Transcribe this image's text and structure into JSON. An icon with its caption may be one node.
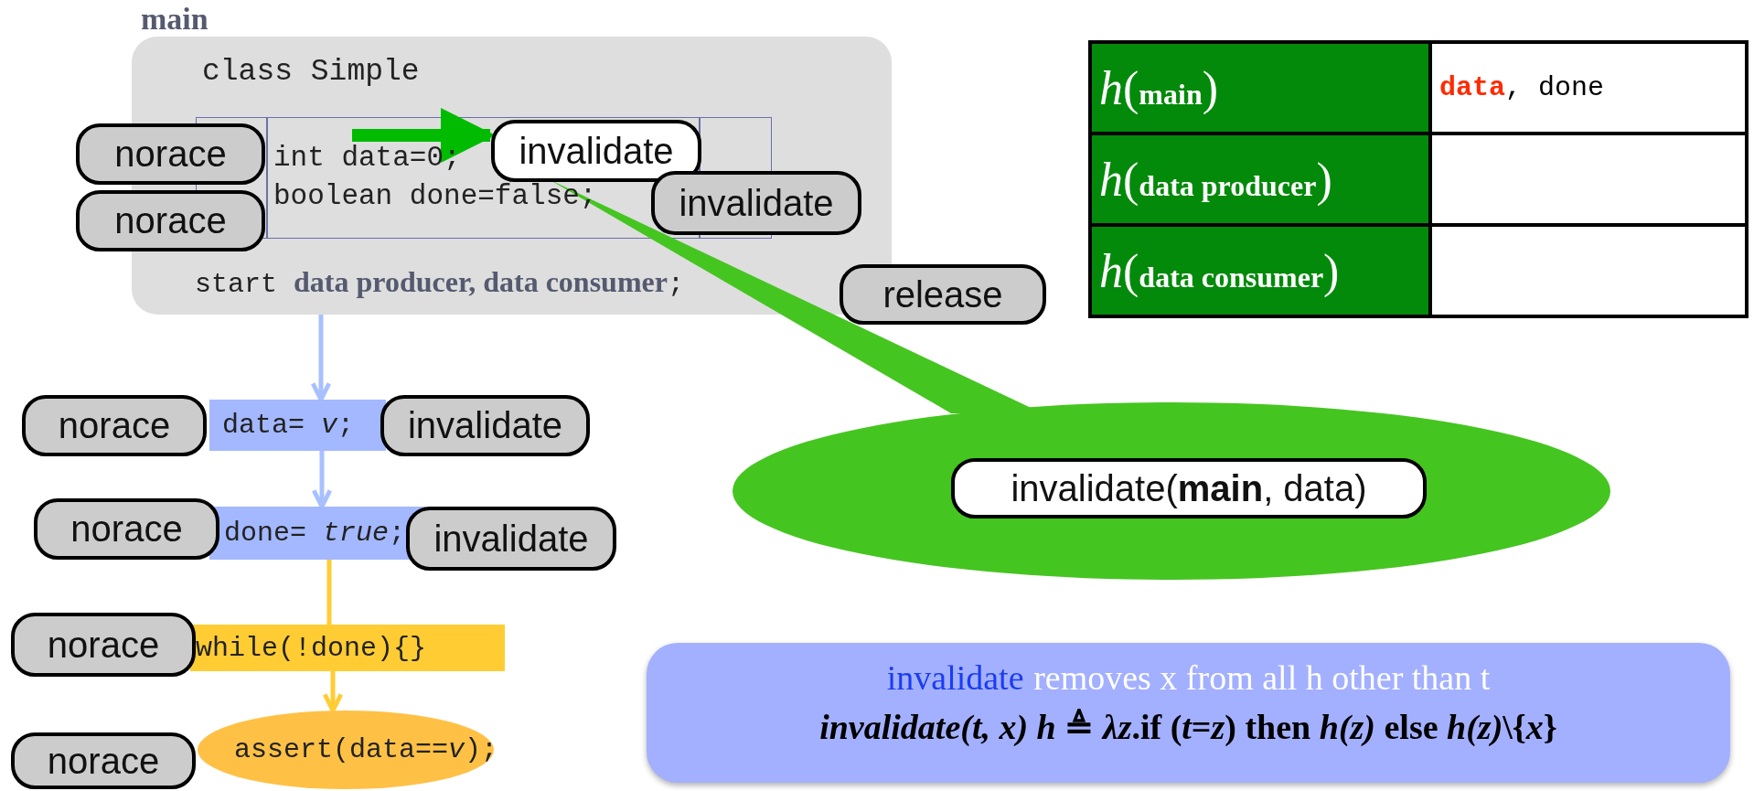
{
  "diagram": {
    "nodes": [
      {
        "text": [
          "main",
          "class Simple",
          "start **data producer, data consumer**;"
        ]
      },
      {
        "text": [
          "int data=0;",
          "boolean done=false;"
        ],
        "in": 0
      },
      {
        "text": [
          "norace"
        ]
      },
      {
        "text": [
          "norace"
        ]
      },
      {
        "text": [
          "invalidate"
        ],
        "in": 1
      },
      {
        "text": [
          "invalidate"
        ],
        "in": 0
      },
      {
        "text": [
          "release"
        ]
      },
      {
        "text": [
          "data= *v*;"
        ]
      },
      {
        "text": [
          "norace"
        ]
      },
      {
        "text": [
          "invalidate"
        ]
      },
      {
        "text": [
          "done= *true*;"
        ]
      },
      {
        "text": [
          "norace"
        ]
      },
      {
        "text": [
          "invalidate"
        ]
      },
      {
        "text": [
          "while(!done){}"
        ]
      },
      {
        "text": [
          "norace"
        ]
      },
      {
        "text": [
          "assert(data==*v*);"
        ]
      },
      {
        "text": [
          "norace"
        ]
      },
      {
        "text": [],
        "shape": "ellipse"
      },
      {
        "text": [
          "invalidate(**main**, data)"
        ],
        "in": 17
      },
      {
        "text": [
          "invalidate",
          "removes x from all h other than t",
          "*invalidate(t, x) h* ≜ *λz*.if (*t*=*z*) then *h(z)* else *h(z)*\\{*x*}"
        ]
      }
    ],
    "edges": [
      {
        "from": 0,
        "to": 7,
        "arrow": "to"
      },
      {
        "from": 7,
        "to": 10,
        "arrow": "to"
      },
      {
        "from": 10,
        "to": 13,
        "arrow": "none",
        "color": "#ffcc33"
      },
      {
        "from": 13,
        "to": 15,
        "arrow": "to",
        "color": "#ffcc33"
      },
      {
        "from": 1,
        "to": 4,
        "arrow": "to",
        "style": "thick",
        "color": "#00bb00"
      },
      {
        "from": 17,
        "to": 4,
        "arrow": "none",
        "color": "#45c520"
      }
    ],
    "labels": [
      "*h*(**main**)",
      "**data**, done",
      "*h*(**data producer**)",
      "*h*(**data consumer**)"
    ]
  }
}
